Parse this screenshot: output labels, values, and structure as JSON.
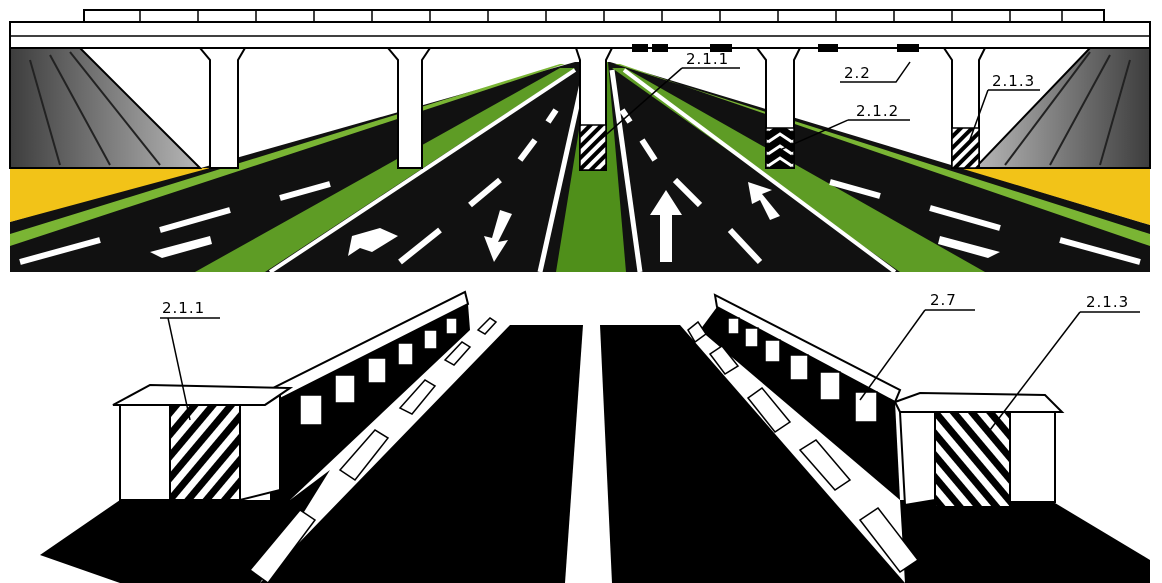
{
  "top_panel": {
    "labels": {
      "marking_2_1_1": "2.1.1",
      "marking_2_2": "2.2",
      "marking_2_1_2": "2.1.2",
      "marking_2_1_3": "2.1.3"
    }
  },
  "bottom_panel": {
    "labels": {
      "marking_2_1_1": "2.1.1",
      "marking_2_7": "2.7",
      "marking_2_1_3": "2.1.3"
    }
  },
  "colors": {
    "asphalt": "#111111",
    "median_green": "#4f8f1a",
    "shoulder_yellow": "#f2c318",
    "lane_marking": "#ffffff",
    "slope_gray": "#8a8a8a"
  }
}
